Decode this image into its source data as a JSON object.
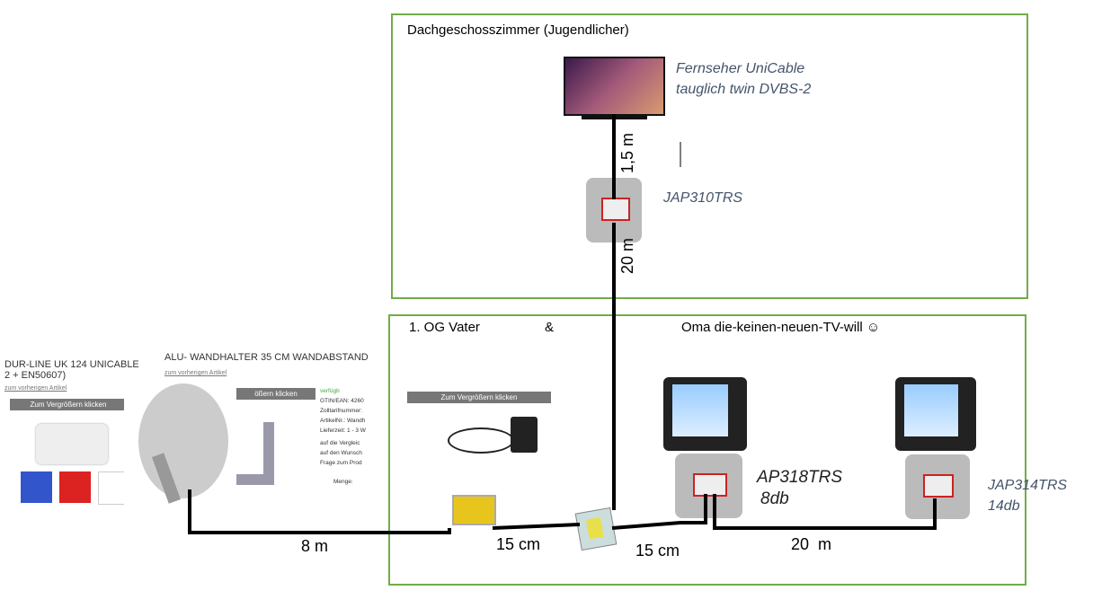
{
  "rooms": {
    "attic": {
      "title": "Dachgeschosszimmer (Jugendlicher)"
    },
    "first_floor": {
      "title": "1. OG Vater",
      "ampersand": "&",
      "title2": "Oma die-keinen-neuen-TV-will ☺"
    }
  },
  "devices": {
    "tv_top": {
      "label_line1": "Fernseher UniCable",
      "label_line2": "tauglich twin DVBS-2"
    },
    "socket_top": {
      "label": "JAP310TRS"
    },
    "socket_mid": {
      "label": "AP318TRS",
      "db": "8db"
    },
    "socket_right": {
      "label": "JAP314TRS",
      "db": "14db"
    }
  },
  "shop": {
    "lnb_title": "DUR-LINE UK 124 UNICABLE 2 + EN50607)",
    "lnb_link": "zum vorherigen Artikel",
    "lnb_bar": "Zum Vergrößern klicken",
    "holder_title": "ALU- WANDHALTER 35 CM WANDABSTAND",
    "holder_link": "zum vorherigen Artikel",
    "holder_bar": "ößern klicken",
    "info": [
      "verfügb",
      "GTIN/EAN: 4260",
      "Zolltarifnummer:",
      "ArtikelNr.: Wandh",
      "Lieferzeit: 1 - 3 W",
      "auf die Vergleic",
      "auf den Wunsch",
      "Frage zum Prod",
      "Menge:"
    ],
    "psu_bar": "Zum Vergrößern klicken"
  },
  "cables": {
    "dish_to_splitter": "8 m",
    "splitter_to_tap": "15 cm",
    "tap_to_socket": "15 cm",
    "socket_to_socket": "20  m",
    "to_attic": "20 m",
    "tv_top": "1,5 m"
  },
  "colors": {
    "room_border": "#70ad47",
    "cable": "#000000"
  }
}
